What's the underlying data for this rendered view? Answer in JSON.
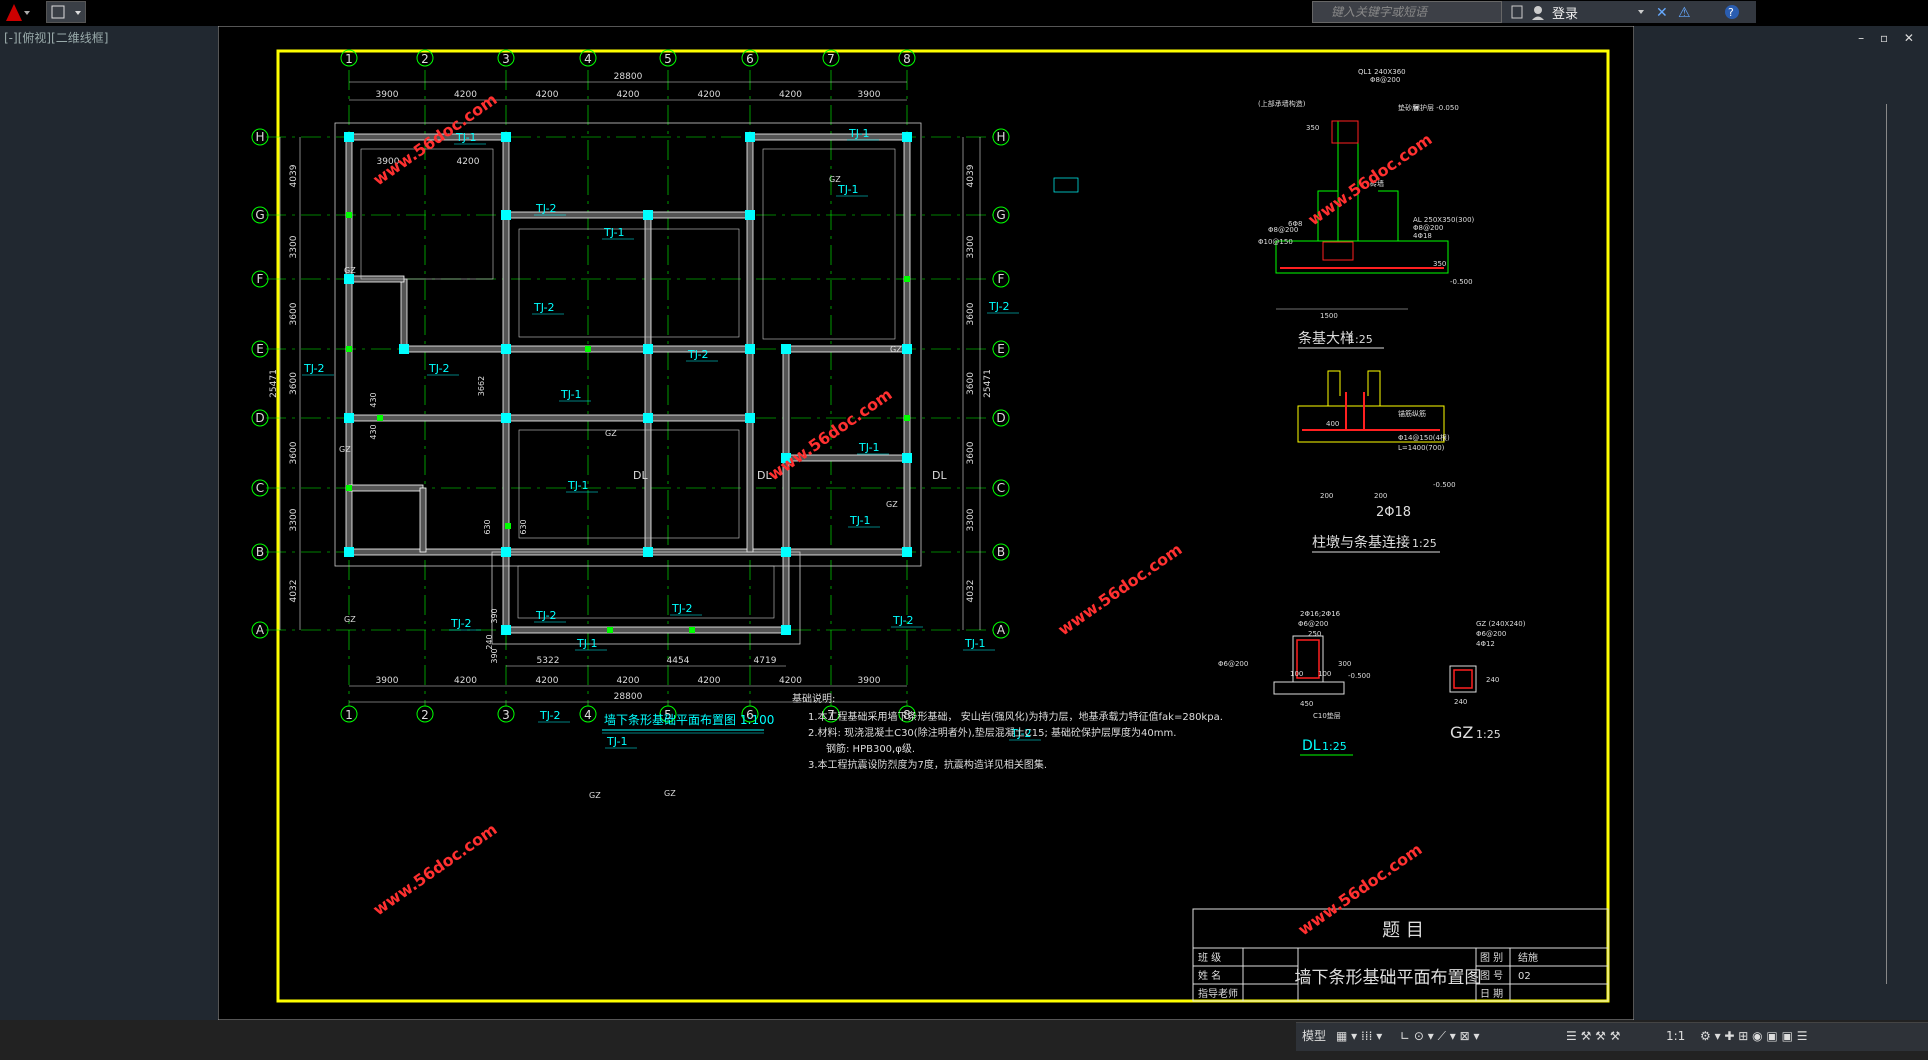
{
  "titlebar": {
    "search_placeholder": "键入关键字或短语",
    "login_label": "登录"
  },
  "viewport": {
    "label": "[-][俯视][二维线框]"
  },
  "status": {
    "model_label": "模型",
    "scale_label": "1:1"
  },
  "drawing": {
    "axes_numbers": [
      "1",
      "2",
      "3",
      "4",
      "5",
      "6",
      "7",
      "8"
    ],
    "axes_letters": [
      "H",
      "G",
      "F",
      "E",
      "D",
      "C",
      "B",
      "A"
    ],
    "top_total": "28800",
    "top_dims": [
      "3900",
      "4200",
      "4200",
      "4200",
      "4200",
      "4200",
      "3900"
    ],
    "bottom_total": "28800",
    "bottom_dims": [
      "3900",
      "4200",
      "4200",
      "4200",
      "4200",
      "4200",
      "3900"
    ],
    "bottom_sub_dims": [
      "5322",
      "4454",
      "4719"
    ],
    "inner_dims": [
      "3900",
      "4200"
    ],
    "left_total": "25471",
    "left_dims": [
      "4039",
      "3300",
      "3600",
      "3600",
      "3600",
      "3300",
      "4032"
    ],
    "right_total": "25471",
    "right_dims": [
      "4039",
      "3300",
      "3600",
      "3600",
      "3600",
      "3300",
      "4032"
    ],
    "beam_labels": [
      "TJ-1",
      "TJ-2",
      "GZ",
      "DL"
    ],
    "misc_dims": [
      "3662",
      "430",
      "430",
      "630",
      "630",
      "390",
      "240",
      "390"
    ],
    "plan_title": "墙下条形基础平面布置图 1:100",
    "notes_title": "基础说明:",
    "notes": [
      "1.本工程基础采用墙下条形基础， 安山岩(强风化)为持力层，地基承载力特征值fak=280kpa.",
      "2.材料: 现浇混凝土C30(除注明者外),垫层混凝土C15; 基础砼保护层厚度为40mm.",
      "钢筋: HPB300,φ级.",
      "3.本工程抗震设防烈度为7度，抗震构造详见相关图集."
    ],
    "detail1": {
      "title": "条基大样",
      "scale": "1:25",
      "labels": [
        "QL1 240X360",
        "Φ8@200",
        "垫砂层",
        "(上部承墙构造)",
        "保护层 -0.050",
        "砖墙",
        "6Φ8",
        "Φ8@200",
        "Φ10@150",
        "AL 250X350(300)",
        "Φ8@200",
        "4Φ18",
        "-0.500",
        "1500",
        "350",
        "350"
      ]
    },
    "detail2": {
      "title": "柱墩与条基连接",
      "scale": "1:25",
      "labels": [
        "锚筋纵筋",
        "Φ14@150(4根)",
        "L=1400(700)",
        "2Φ18",
        "-0.500",
        "400",
        "200",
        "200"
      ]
    },
    "detail3": {
      "title": "DL",
      "scale": "1:25",
      "labels": [
        "2Φ16;2Φ16",
        "Φ6@200",
        "250",
        "Φ6@200",
        "100",
        "100",
        "300",
        "450",
        "C10垫层",
        "-0.500"
      ]
    },
    "detail4": {
      "title": "GZ",
      "scale": "1:25",
      "labels": [
        "GZ (240X240)",
        "Φ6@200",
        "4Φ12",
        "240",
        "240"
      ]
    },
    "title_block": {
      "header": "题 目",
      "title": "墙下条形基础平面布置图",
      "rows": [
        "班 级",
        "姓 名",
        "指导老师"
      ],
      "right_labels": [
        "图 别",
        "图 号",
        "日 期"
      ],
      "right_values": [
        "结施",
        "02",
        ""
      ]
    },
    "watermark": "www.56doc.com"
  },
  "colors": {
    "frame": "#ffff00",
    "grid": "#00ff00",
    "wall": "#ffffff",
    "column": "#00ffff",
    "label": "#00ffff",
    "detail": "#ff2020"
  }
}
